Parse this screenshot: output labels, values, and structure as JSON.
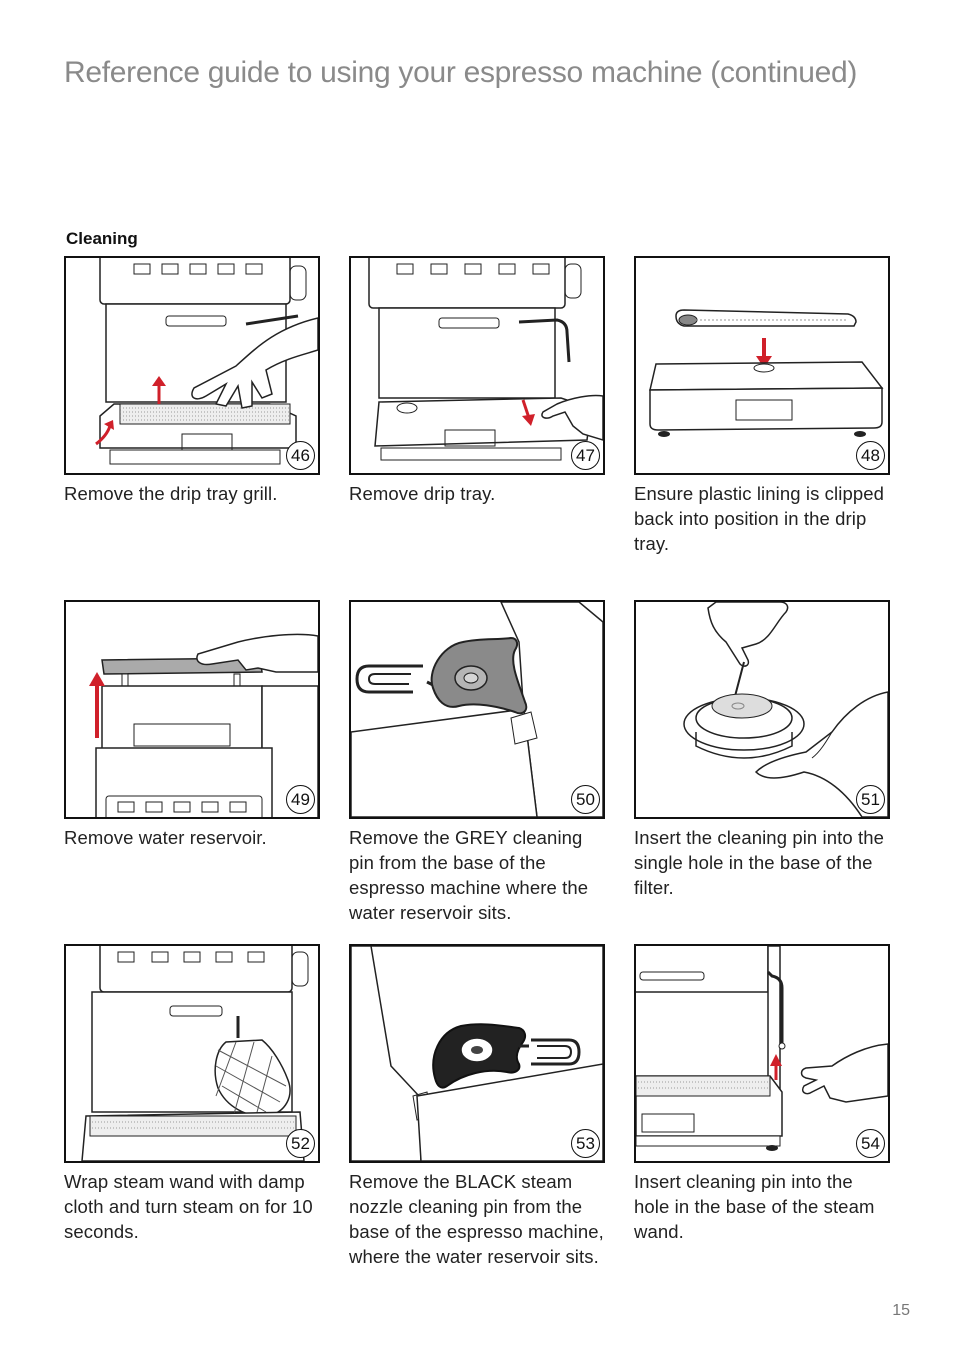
{
  "page": {
    "title": "Reference guide to using your espresso machine (continued)",
    "section": "Cleaning",
    "page_number": "15",
    "colors": {
      "accent_red": "#d0202a",
      "title_grey": "#8a8a8a"
    }
  },
  "steps": [
    {
      "number": "46",
      "caption": "Remove the drip tray grill."
    },
    {
      "number": "47",
      "caption": "Remove drip tray."
    },
    {
      "number": "48",
      "caption": "Ensure plastic lining is clipped back into position in the drip tray."
    },
    {
      "number": "49",
      "caption": "Remove water reservoir."
    },
    {
      "number": "50",
      "caption": "Remove the GREY cleaning pin from the base of the espresso machine where the water reservoir sits."
    },
    {
      "number": "51",
      "caption": "Insert the cleaning pin into the single hole in the base of the filter."
    },
    {
      "number": "52",
      "caption": "Wrap steam wand with damp cloth and turn steam on for 10 seconds."
    },
    {
      "number": "53",
      "caption": "Remove the BLACK steam nozzle cleaning pin from the base of the espresso machine, where the water reservoir sits."
    },
    {
      "number": "54",
      "caption": "Insert cleaning pin into the hole in the base of the steam wand."
    }
  ]
}
